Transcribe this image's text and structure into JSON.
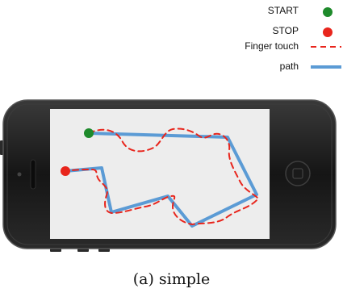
{
  "legend": {
    "start_label": "START",
    "stop_label": "STOP",
    "touch_label": "Finger touch",
    "path_label": "path"
  },
  "colors": {
    "start": "#1e8a2b",
    "stop": "#e8251c",
    "finger_touch": "#e8251c",
    "path": "#5b9bd5",
    "phone_body": "#1b1b1b",
    "screen": "#eeeeee"
  },
  "caption": "(a) simple"
}
